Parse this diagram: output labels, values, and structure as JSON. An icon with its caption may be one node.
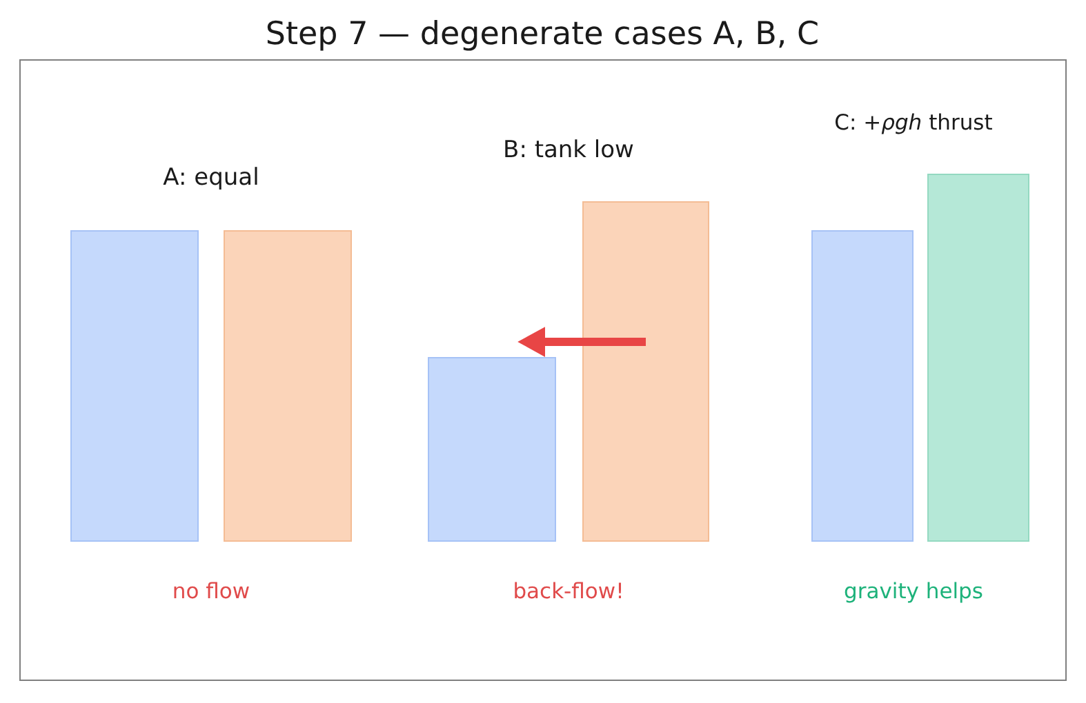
{
  "diagram": {
    "title": "Step 7 — degenerate cases A, B, C",
    "nodes": [
      {
        "text": [],
        "shape": "bar"
      },
      {
        "text": [],
        "shape": "bar"
      },
      {
        "text": [],
        "shape": "bar"
      },
      {
        "text": [],
        "shape": "bar"
      },
      {
        "text": [],
        "shape": "bar"
      },
      {
        "text": [],
        "shape": "bar"
      }
    ],
    "edges": [
      {
        "from": 3,
        "to": 2,
        "arrow": "to"
      }
    ],
    "labels": [
      "A: equal",
      "B: tank low",
      "C: +*ρgh* thrust",
      "no flow",
      "back-flow!",
      "gravity helps"
    ]
  }
}
